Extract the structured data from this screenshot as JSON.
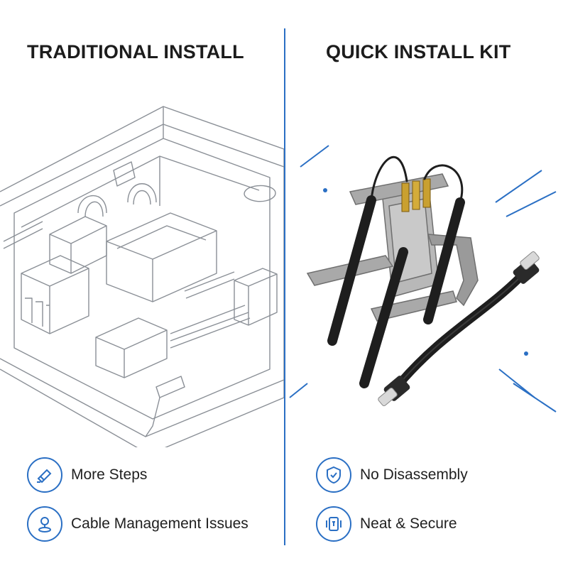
{
  "left": {
    "title": "TRADITIONAL INSTALL",
    "features": [
      {
        "label": "More Steps",
        "icon": "tools-icon"
      },
      {
        "label": "Cable Management Issues",
        "icon": "cable-icon"
      }
    ]
  },
  "right": {
    "title": "QUICK INSTALL KIT",
    "features": [
      {
        "label": "No Disassembly",
        "icon": "shield-check-icon"
      },
      {
        "label": "Neat & Secure",
        "icon": "secure-device-icon"
      }
    ]
  },
  "colors": {
    "accent": "#2a6fc4",
    "text": "#1f1f1f",
    "line_art": "#8a8f96",
    "bracket": "#9a9a9a",
    "cable": "#1e1e1e"
  }
}
